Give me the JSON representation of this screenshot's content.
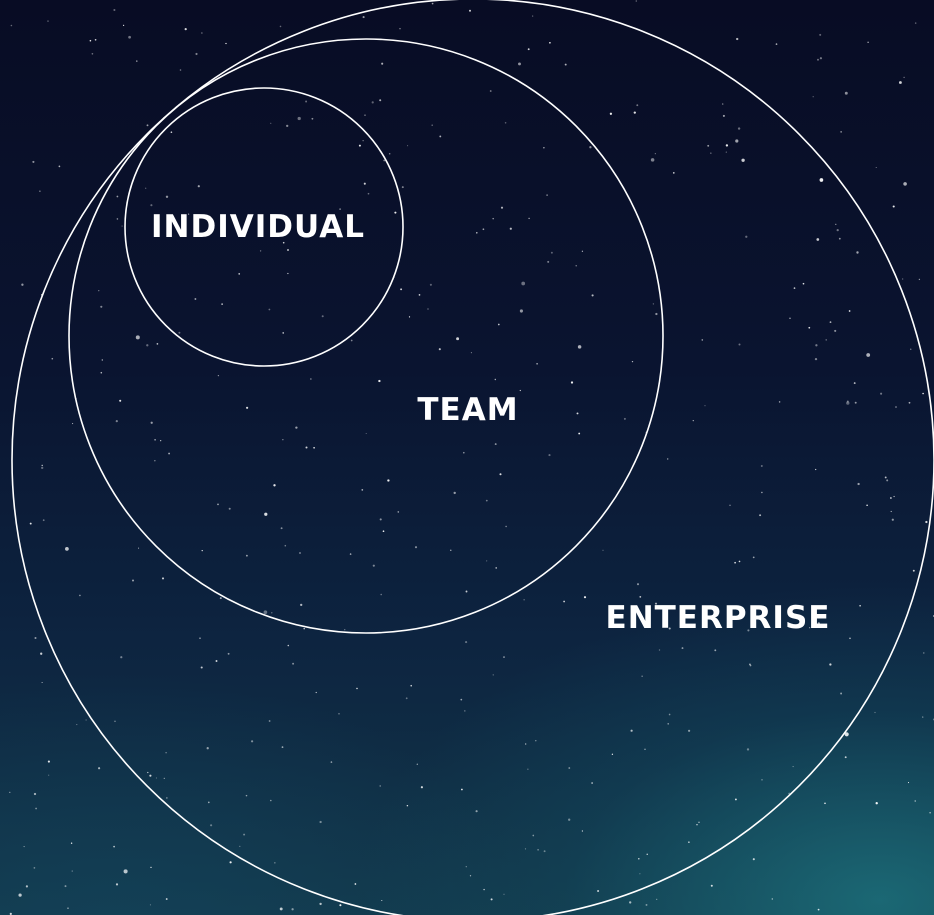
{
  "diagram": {
    "type": "nested-circles",
    "levels": [
      {
        "id": "individual",
        "label": "INDIVIDUAL"
      },
      {
        "id": "team",
        "label": "TEAM"
      },
      {
        "id": "enterprise",
        "label": "ENTERPRISE"
      }
    ]
  },
  "colors": {
    "stroke": "#ffffff",
    "label": "#ffffff",
    "sky_top": "#080c24",
    "sky_bottom": "#12384a"
  }
}
